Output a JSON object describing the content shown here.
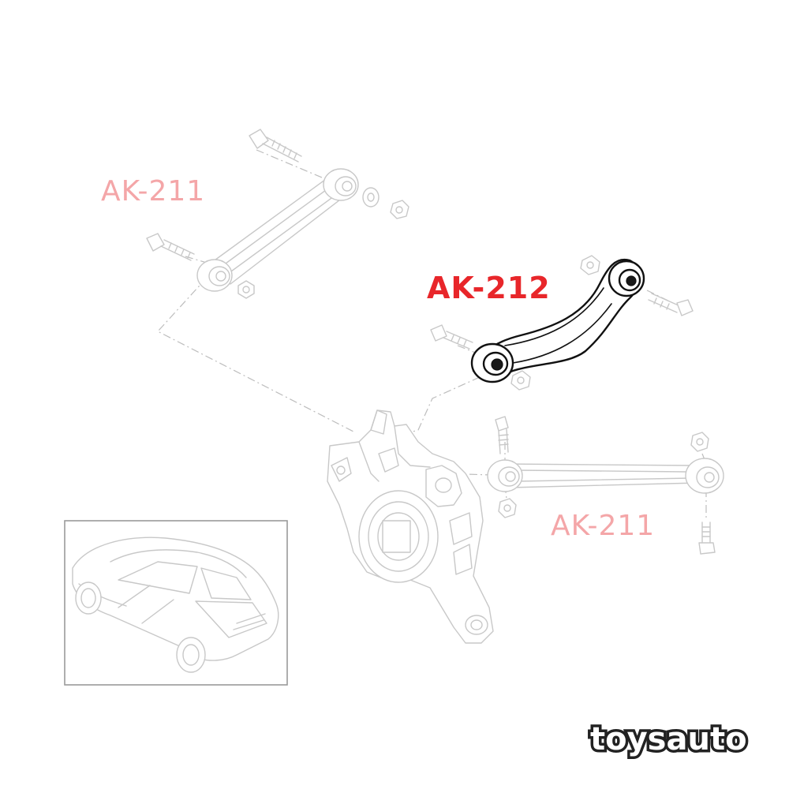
{
  "labels": {
    "upper_left_arm": "AK-211",
    "highlight_arm": "AK-212",
    "lower_right_arm": "AK-211"
  },
  "brand": {
    "logo_text": "toysauto"
  },
  "colors": {
    "highlight_label": "#e8262a",
    "faint_label": "#f4a6a8",
    "line_faint": "#c8c8c8",
    "line_bold": "#111111",
    "logo_fill": "#ffffff",
    "logo_stroke": "#222222"
  },
  "icons": {
    "car_inset": "car-icon",
    "knuckle": "knuckle-icon"
  }
}
